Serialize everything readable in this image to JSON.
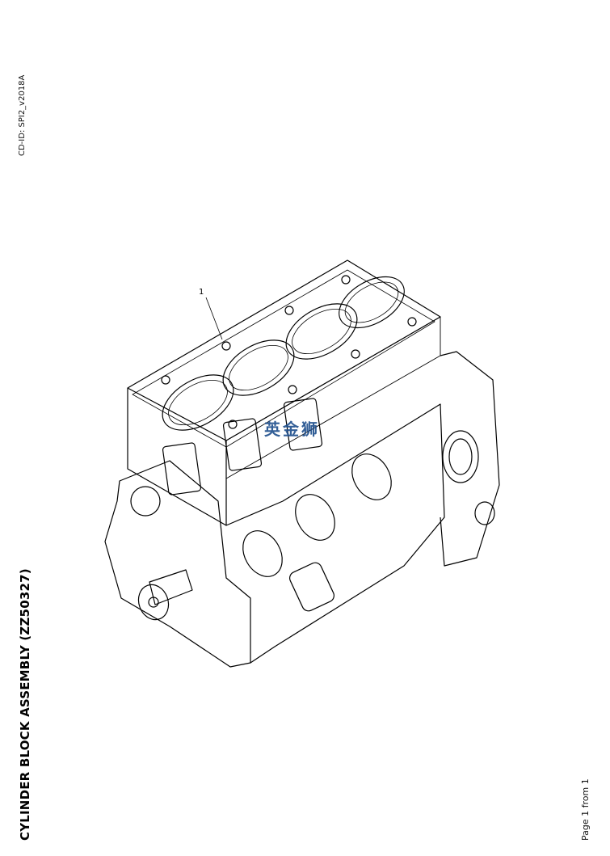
{
  "header": {
    "cd_id": "CD-ID: SPI2_v2018A"
  },
  "document": {
    "title": "CYLINDER BLOCK ASSEMBLY (ZZ50327)",
    "page_label": "Page 1 from 1"
  },
  "illustration": {
    "subject": "cylinder-block-assembly",
    "callouts": [
      "1"
    ],
    "watermark_text": "英金狮"
  },
  "colors": {
    "line": "#000000",
    "background": "#ffffff",
    "watermark": "#1e4e8c"
  }
}
